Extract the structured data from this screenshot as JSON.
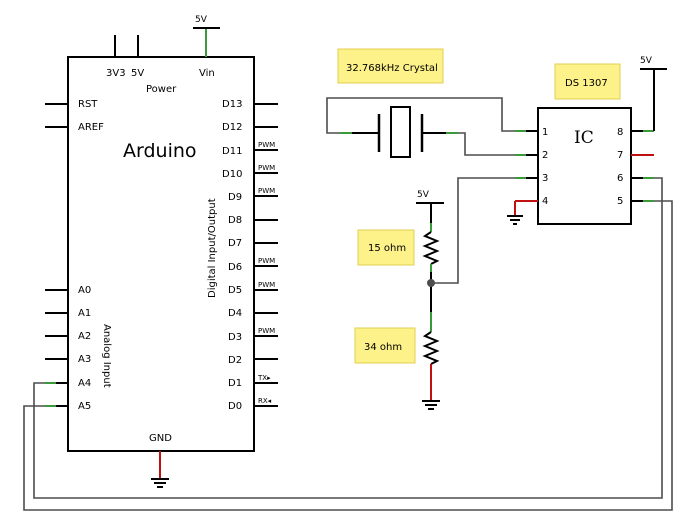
{
  "arduino": {
    "title": "Arduino",
    "power_label": "Power",
    "power_pins": [
      "3V3",
      "5V",
      "Vin"
    ],
    "top_supply": "5V",
    "left_pins": [
      "RST",
      "AREF"
    ],
    "analog_pins": [
      "A0",
      "A1",
      "A2",
      "A3",
      "A4",
      "A5"
    ],
    "analog_label": "Analog Input",
    "digital_pins": [
      "D13",
      "D12",
      "D11",
      "D10",
      "D9",
      "D8",
      "D7",
      "D6",
      "D5",
      "D4",
      "D3",
      "D2",
      "D1",
      "D0"
    ],
    "digital_label": "Digital Input/Output",
    "pwm_label": "PWM",
    "tx_label": "TX▸",
    "rx_label": "RX◂",
    "gnd_label": "GND"
  },
  "ic": {
    "title": "IC",
    "left_pins": [
      "1",
      "2",
      "3",
      "4"
    ],
    "right_pins": [
      "8",
      "7",
      "6",
      "5"
    ],
    "supply": "5V"
  },
  "resistor_supply": "5V",
  "notes": {
    "crystal": "32.768kHz Crystal",
    "chip": "DS 1307",
    "r1": "15 ohm",
    "r2": "34 ohm"
  },
  "colors": {
    "wire": "#4d4d4d",
    "pin_connected": "#3a9a3a",
    "pin_unconnected": "#c01010",
    "note_fill": "#fdf28a"
  }
}
